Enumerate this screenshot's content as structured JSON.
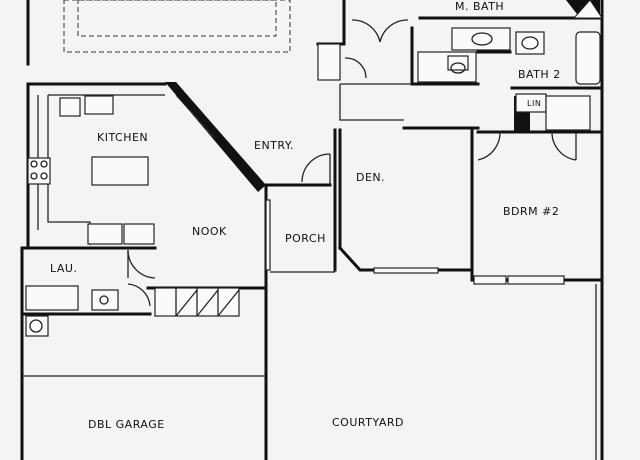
{
  "rooms": {
    "m_bath": "M. BATH",
    "bath_2": "BATH 2",
    "lin": "LIN",
    "kitchen": "KITCHEN",
    "entry": "ENTRY.",
    "den": "DEN.",
    "bdrm_2": "BDRM #2",
    "nook": "NOOK",
    "porch": "PORCH",
    "lau": "LAU.",
    "dbl_garage": "DBL GARAGE",
    "courtyard": "COURTYARD"
  }
}
